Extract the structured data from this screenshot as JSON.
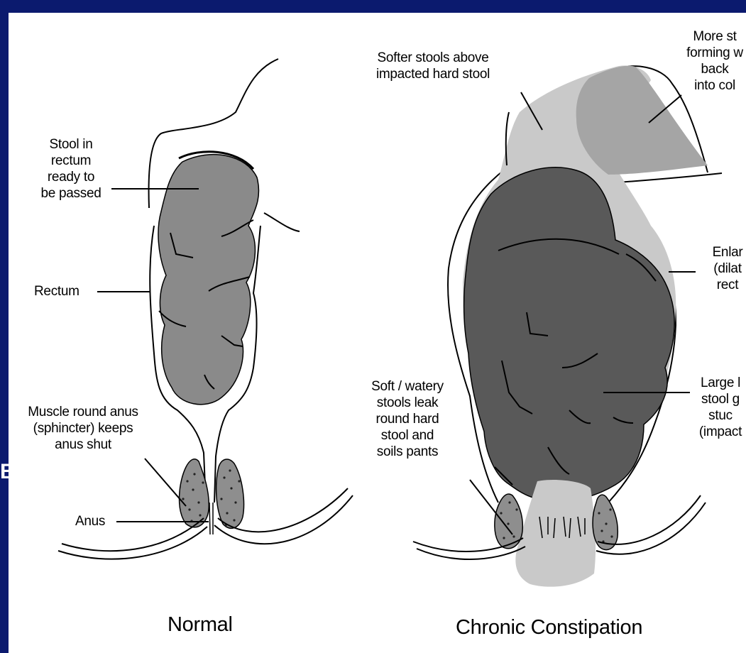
{
  "edge_letter": "B",
  "normal": {
    "caption": "Normal",
    "labels": {
      "stool_in_rectum": "Stool in\nrectum\nready to\nbe passed",
      "rectum": "Rectum",
      "sphincter": "Muscle round anus\n(sphincter) keeps\nanus shut",
      "anus": "Anus"
    }
  },
  "constipation": {
    "caption": "Chronic Constipation",
    "labels": {
      "softer_stools": "Softer stools above\nimpacted hard stool",
      "more_stool": "More st\nforming w\nback\ninto col",
      "enlarged": "Enlar\n(dilat\nrect",
      "large_stool": "Large l\nstool g\nstuc\n(impact",
      "leak": "Soft / watery\nstools leak\nround hard\nstool and\nsoils pants"
    }
  },
  "colors": {
    "background": "#0b1a6e",
    "panel": "#ffffff",
    "stool_normal": "#8a8a8a",
    "stool_hard": "#595959",
    "stool_soft": "#c9c9c9",
    "stool_mid": "#a5a5a5",
    "outline": "#000000"
  }
}
